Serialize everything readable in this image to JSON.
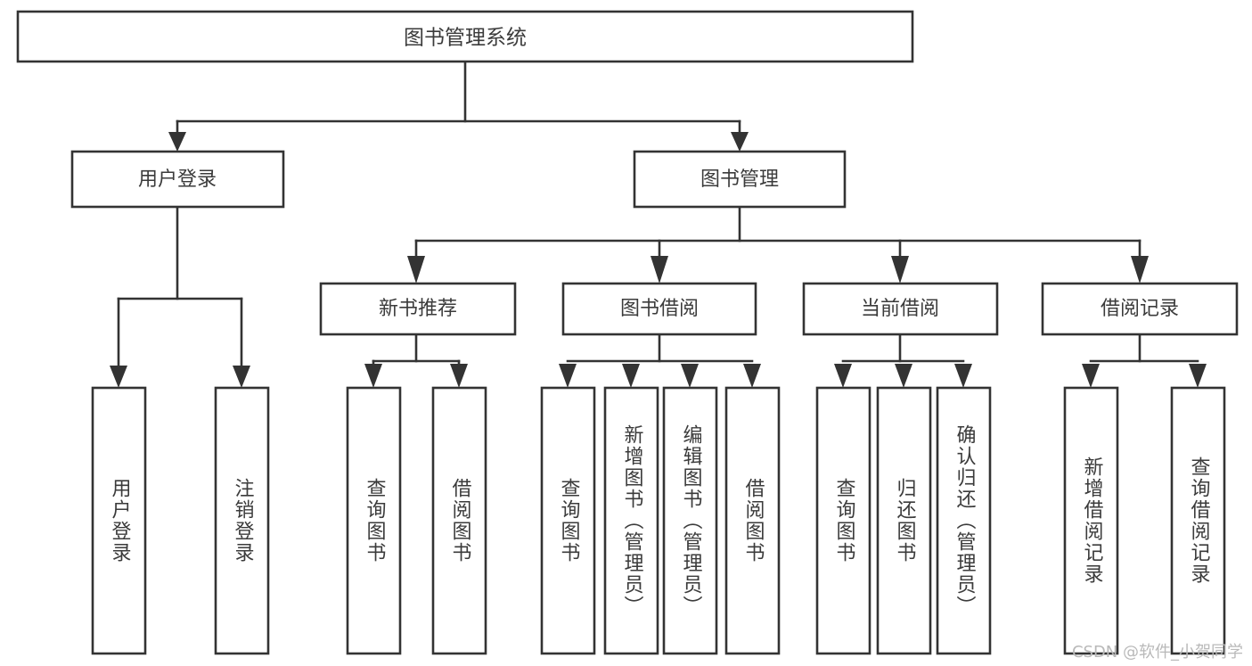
{
  "diagram": {
    "title": "图书管理系统",
    "type": "tree",
    "root": {
      "id": "root",
      "label": "图书管理系统"
    },
    "level2": [
      {
        "id": "user-login",
        "label": "用户登录"
      },
      {
        "id": "book-manage",
        "label": "图书管理"
      }
    ],
    "level3": [
      {
        "id": "new-book-recommend",
        "label": "新书推荐",
        "parent": "book-manage"
      },
      {
        "id": "book-borrow",
        "label": "图书借阅",
        "parent": "book-manage"
      },
      {
        "id": "current-borrow",
        "label": "当前借阅",
        "parent": "book-manage"
      },
      {
        "id": "borrow-record",
        "label": "借阅记录",
        "parent": "book-manage"
      }
    ],
    "leaves": {
      "user_login": [
        {
          "id": "leaf-user-login",
          "label": "用户登录"
        },
        {
          "id": "leaf-user-logout",
          "label": "注销登录"
        }
      ],
      "new_book_recommend": [
        {
          "id": "leaf-query-book-1",
          "label": "查询图书"
        },
        {
          "id": "leaf-borrow-book-1",
          "label": "借阅图书"
        }
      ],
      "book_borrow": [
        {
          "id": "leaf-query-book-2",
          "label": "查询图书"
        },
        {
          "id": "leaf-add-book",
          "label": "新增图书（管理员）"
        },
        {
          "id": "leaf-edit-book",
          "label": "编辑图书（管理员）"
        },
        {
          "id": "leaf-borrow-book-2",
          "label": "借阅图书"
        }
      ],
      "current_borrow": [
        {
          "id": "leaf-query-book-3",
          "label": "查询图书"
        },
        {
          "id": "leaf-return-book",
          "label": "归还图书"
        },
        {
          "id": "leaf-confirm-return",
          "label": "确认归还（管理员）"
        }
      ],
      "borrow_record": [
        {
          "id": "leaf-add-record",
          "label": "新增借阅记录"
        },
        {
          "id": "leaf-query-record",
          "label": "查询借阅记录"
        }
      ]
    }
  },
  "watermark": {
    "text": "CSDN @软件_小贺同学"
  },
  "colors": {
    "stroke": "#333333",
    "text": "#3b3b3b",
    "background": "#ffffff",
    "watermark": "#b9b9b9"
  }
}
